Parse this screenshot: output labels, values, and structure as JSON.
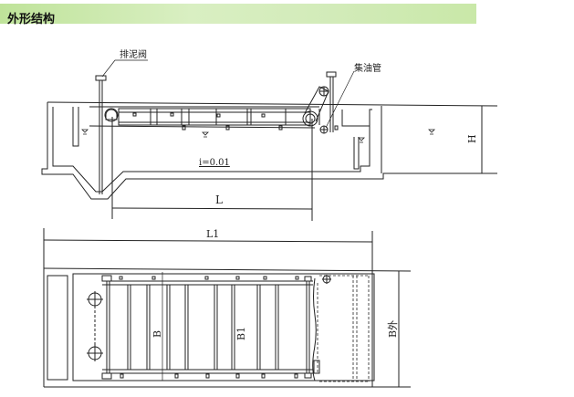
{
  "header": {
    "title": "外形结构"
  },
  "labels": {
    "sludge_valve": "排泥阀",
    "oil_collector_pipe": "集油管",
    "slope": "i=0.01",
    "dim_L": "L",
    "dim_H": "H",
    "dim_L1": "L1",
    "dim_B": "B",
    "dim_B1": "B1",
    "dim_B_outer": "B外"
  },
  "colors": {
    "header_bg": "#cfe9b4",
    "line": "#222222"
  }
}
